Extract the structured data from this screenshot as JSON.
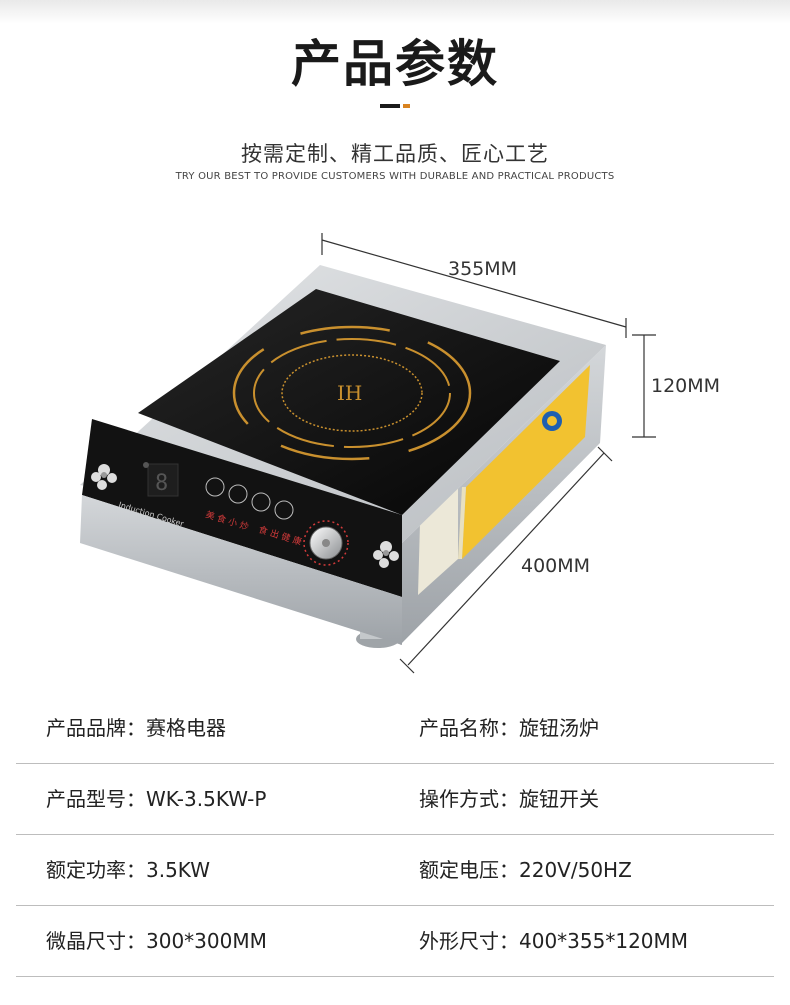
{
  "header": {
    "title": "产品参数",
    "subtitle": "按需定制、精工品质、匠心工艺",
    "subtitle_en": "TRY OUR BEST TO PROVIDE CUSTOMERS WITH DURABLE AND PRACTICAL PRODUCTS"
  },
  "product": {
    "panel_logo": "IH",
    "panel_brand": "Induction Cooker",
    "dimensions": {
      "width": "355MM",
      "height": "120MM",
      "depth": "400MM"
    }
  },
  "colors": {
    "accent": "#d9831f",
    "steel": "#c9ccd0",
    "glass": "#111111",
    "label_yellow": "#f2c230"
  },
  "specs": [
    {
      "left": "产品品牌：赛格电器",
      "right": "产品名称：旋钮汤炉"
    },
    {
      "left": "产品型号：WK-3.5KW-P",
      "right": "操作方式：旋钮开关"
    },
    {
      "left": "额定功率：3.5KW",
      "right": "额定电压：220V/50HZ"
    },
    {
      "left": "微晶尺寸：300*300MM",
      "right": "外形尺寸：400*355*120MM"
    }
  ]
}
